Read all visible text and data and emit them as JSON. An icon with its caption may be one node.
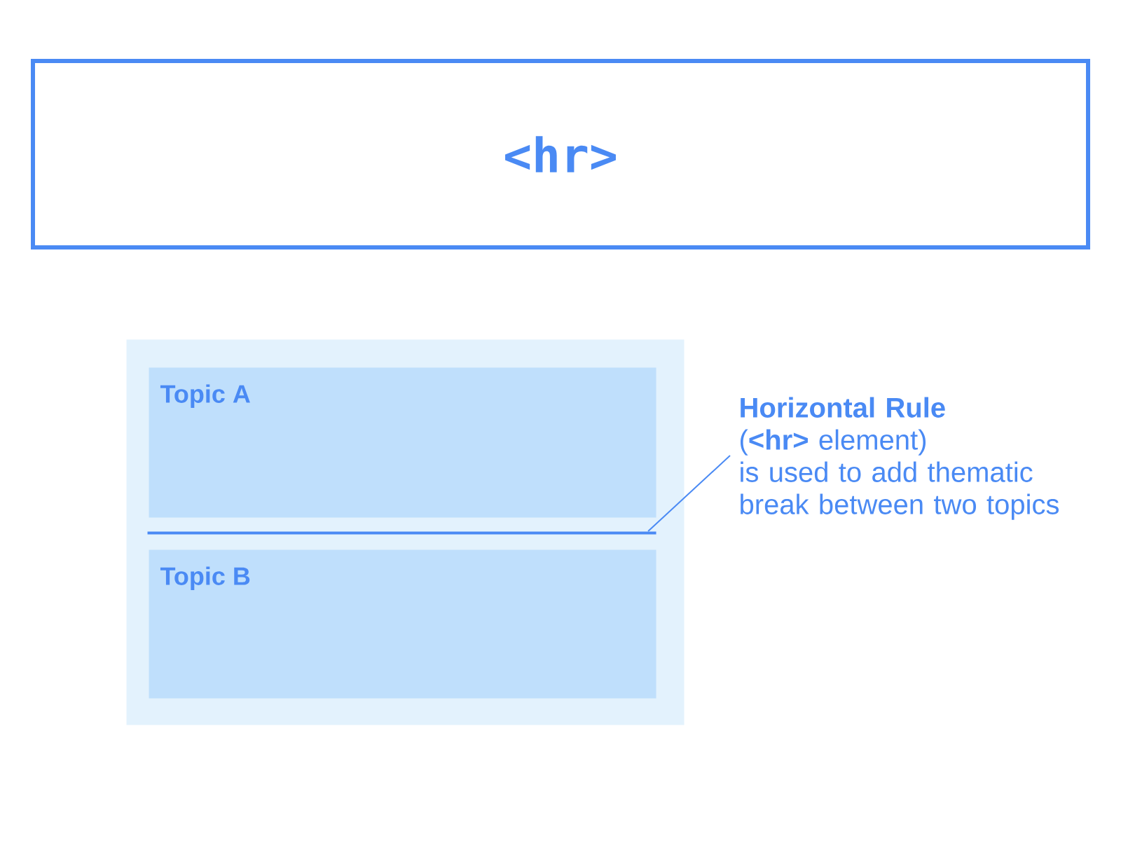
{
  "diagram": {
    "nodes": [
      {
        "text": [
          "<hr>"
        ]
      },
      {
        "text": [],
        "shape": "box"
      },
      {
        "text": [
          "Topic A"
        ],
        "in": 1
      },
      {
        "text": [],
        "shape": "line",
        "in": 1
      },
      {
        "text": [
          "Topic B"
        ],
        "in": 1
      },
      {
        "text": [
          "Horizontal Rule",
          "(**<hr>** element)",
          "is used to add thematic break between two topics"
        ]
      }
    ],
    "edges": [
      {
        "from": 5,
        "to": 3,
        "arrow": "none"
      }
    ]
  }
}
